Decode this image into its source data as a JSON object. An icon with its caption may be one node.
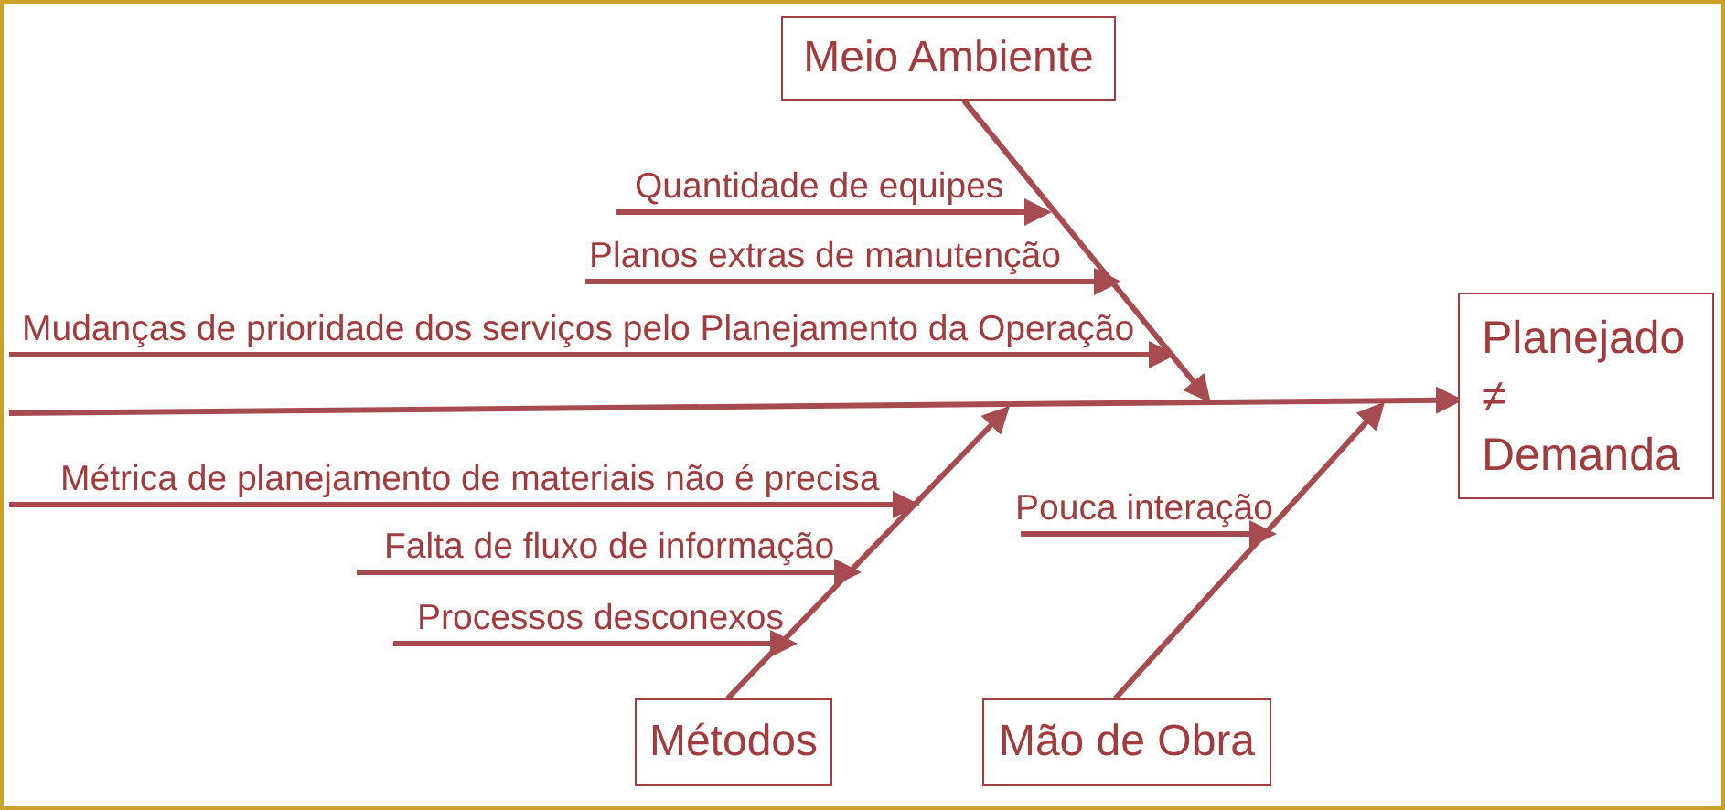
{
  "diagram": {
    "nodes": [
      {
        "text": [
          "Meio Ambiente"
        ]
      },
      {
        "text": [
          "Planejado ≠ Demanda"
        ]
      },
      {
        "text": [
          "Métodos"
        ]
      },
      {
        "text": [
          "Mão de Obra"
        ]
      }
    ],
    "edges": [
      {
        "from": null,
        "to": 1,
        "arrow": "to"
      },
      {
        "from": 0,
        "to": null,
        "arrow": "to"
      },
      {
        "from": 2,
        "to": null,
        "arrow": "to"
      },
      {
        "from": 3,
        "to": null,
        "arrow": "to"
      }
    ],
    "labels": [
      "Quantidade de equipes",
      "Planos extras de manutenção",
      "Mudanças de prioridade dos serviços pelo Planejamento da Operação",
      "Métrica de planejamento de materiais não é precisa",
      "Falta de fluxo de informação",
      "Processos desconexos",
      "Pouca interação"
    ]
  }
}
